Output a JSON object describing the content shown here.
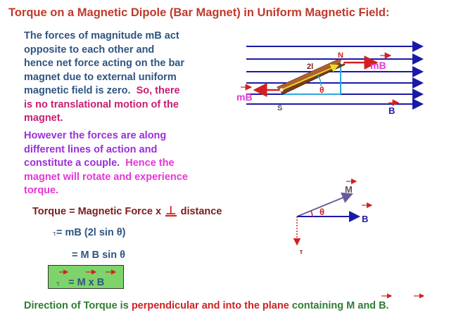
{
  "title": "Torque on a Magnetic Dipole (Bar Magnet) in Uniform Magnetic Field:",
  "para1": {
    "line1": "The forces of magnitude mB act",
    "line2": "opposite to each other and",
    "line3": "hence net force acting on the bar",
    "line4": "magnet due to external uniform",
    "line5a": "magnetic field is zero.",
    "line5b": "So, there",
    "line6": "is no translational motion of the",
    "line7": "magnet."
  },
  "para2": {
    "line1": "However the forces are along",
    "line2": "different lines of action and",
    "line3a": "constitute a couple.",
    "line3b": "Hence the",
    "line4": "magnet will rotate and experience",
    "line5": "torque."
  },
  "equations": {
    "torque_def_a": "Torque = Magnetic Force x",
    "perp_symbol": "⊥",
    "torque_def_b": "distance",
    "tau": "τ",
    "eq1": "= mB (2l sin θ)",
    "eq2": "=   M B sin θ",
    "eq3": "=   M x B"
  },
  "diagram1": {
    "label_N": "N",
    "label_S": "S",
    "label_2l": "2l",
    "label_mB_right": "mB",
    "label_mB_left": "mB",
    "label_theta": "θ",
    "label_B": "B"
  },
  "diagram2": {
    "label_M": "M",
    "label_B": "B",
    "label_theta": "θ",
    "label_tau": "τ"
  },
  "footer": {
    "text_a": "Direction of Torque is",
    "text_red": "perpendicular and into the plane",
    "text_b": "containing M and B."
  },
  "colors": {
    "title": "#c0392b",
    "field_lines": "#1a1aa8",
    "magnet": "#7a3a1c",
    "magenta": "#e636d8",
    "box": "#7ed36a"
  }
}
